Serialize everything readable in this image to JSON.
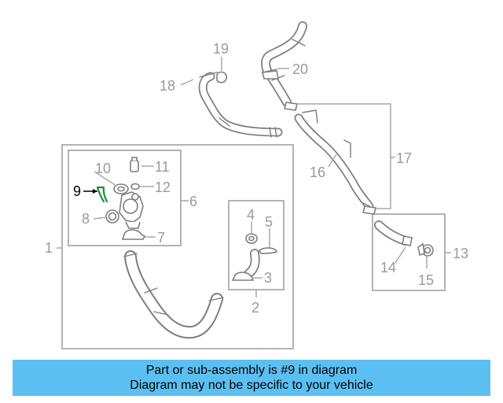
{
  "diagram": {
    "callouts": [
      {
        "id": "1",
        "label": "1",
        "highlighted": false
      },
      {
        "id": "2",
        "label": "2",
        "highlighted": false
      },
      {
        "id": "3",
        "label": "3",
        "highlighted": false
      },
      {
        "id": "4",
        "label": "4",
        "highlighted": false
      },
      {
        "id": "5",
        "label": "5",
        "highlighted": false
      },
      {
        "id": "6",
        "label": "6",
        "highlighted": false
      },
      {
        "id": "7",
        "label": "7",
        "highlighted": false
      },
      {
        "id": "8",
        "label": "8",
        "highlighted": false
      },
      {
        "id": "9",
        "label": "9",
        "highlighted": true
      },
      {
        "id": "10",
        "label": "10",
        "highlighted": false
      },
      {
        "id": "11",
        "label": "11",
        "highlighted": false
      },
      {
        "id": "12",
        "label": "12",
        "highlighted": false
      },
      {
        "id": "13",
        "label": "13",
        "highlighted": false
      },
      {
        "id": "14",
        "label": "14",
        "highlighted": false
      },
      {
        "id": "15",
        "label": "15",
        "highlighted": false
      },
      {
        "id": "16",
        "label": "16",
        "highlighted": false
      },
      {
        "id": "17",
        "label": "17",
        "highlighted": false
      },
      {
        "id": "18",
        "label": "18",
        "highlighted": false
      },
      {
        "id": "19",
        "label": "19",
        "highlighted": false
      },
      {
        "id": "20",
        "label": "20",
        "highlighted": false
      }
    ],
    "colors": {
      "line": "#a8a8a8",
      "part": "#7e7e7e",
      "highlight_part": "#1f8f3a",
      "highlight_label": "#000000"
    }
  },
  "banner": {
    "line1": "Part or sub-assembly is #9 in diagram",
    "line2": "Diagram may not be specific to your vehicle",
    "background": "#5bc0f1"
  }
}
